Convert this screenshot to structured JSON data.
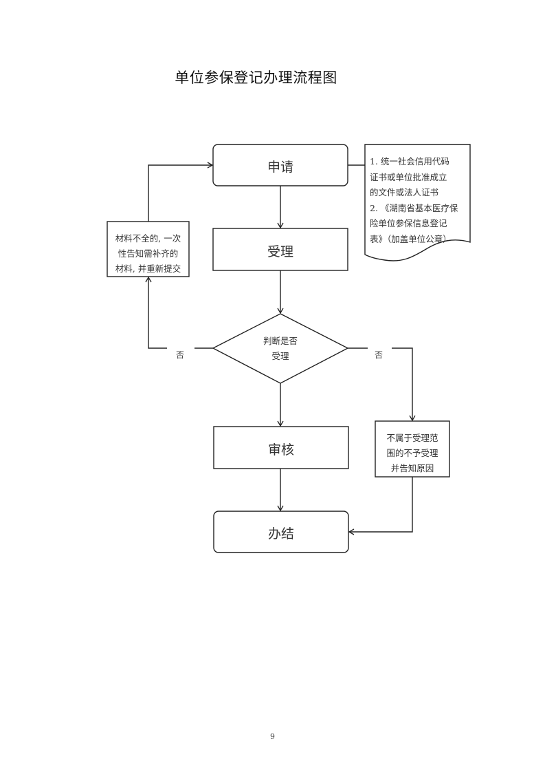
{
  "title": "单位参保登记办理流程图",
  "nodes": {
    "apply": "申请",
    "accept": "受理",
    "decision_line1": "判断是否",
    "decision_line2": "受理",
    "review": "审核",
    "complete": "办结",
    "incomplete_line1": "材料不全的, 一次",
    "incomplete_line2": "性告知需补齐的",
    "incomplete_line3": "材料, 并重新提交",
    "reject_line1": "不属于受理范",
    "reject_line2": "围的不予受理",
    "reject_line3": "并告知原因"
  },
  "materials_note": {
    "lines": [
      "1. 统一社会信用代码",
      "证书或单位批准成立",
      "的文件或法人证书",
      "2. 《湖南省基本医疗保",
      "险单位参保信息登记",
      "表》（加盖单位公章）"
    ]
  },
  "edge_labels": {
    "left_no": "否",
    "right_no": "否"
  },
  "page_number": "9"
}
